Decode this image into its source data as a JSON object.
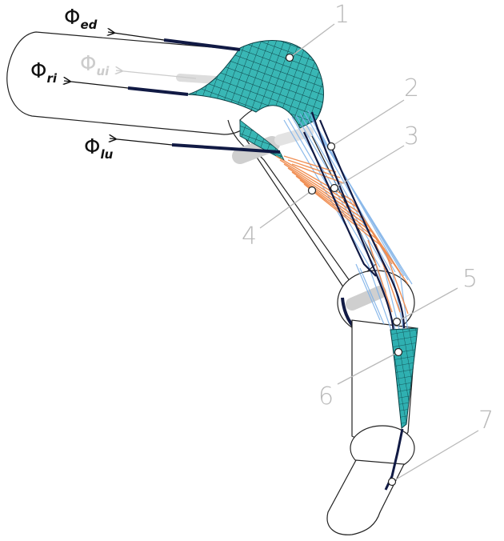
{
  "forces": [
    {
      "id": "ed",
      "symbol": "Φ",
      "subscript": "ed",
      "color": "#111111"
    },
    {
      "id": "ui",
      "symbol": "Φ",
      "subscript": "ui",
      "color": "#cccccc"
    },
    {
      "id": "ri",
      "symbol": "Φ",
      "subscript": "ri",
      "color": "#111111"
    },
    {
      "id": "lu",
      "symbol": "Φ",
      "subscript": "lu",
      "color": "#111111"
    }
  ],
  "callouts": [
    {
      "id": "1",
      "label": "1"
    },
    {
      "id": "2",
      "label": "2"
    },
    {
      "id": "3",
      "label": "3"
    },
    {
      "id": "4",
      "label": "4"
    },
    {
      "id": "5",
      "label": "5"
    },
    {
      "id": "6",
      "label": "6"
    },
    {
      "id": "7",
      "label": "7"
    }
  ],
  "colors": {
    "bone_outline": "#222222",
    "bone_fill": "#ffffff",
    "hood_mesh": "#2aa6a6",
    "hood_mesh_dark": "#0e5f66",
    "fiber_blue": "#7fb2e8",
    "fiber_orange": "#f08a4b",
    "tendon": "#111a44",
    "callout_gray": "#b9b9b9",
    "joint_axis": "#cfcfcf"
  }
}
